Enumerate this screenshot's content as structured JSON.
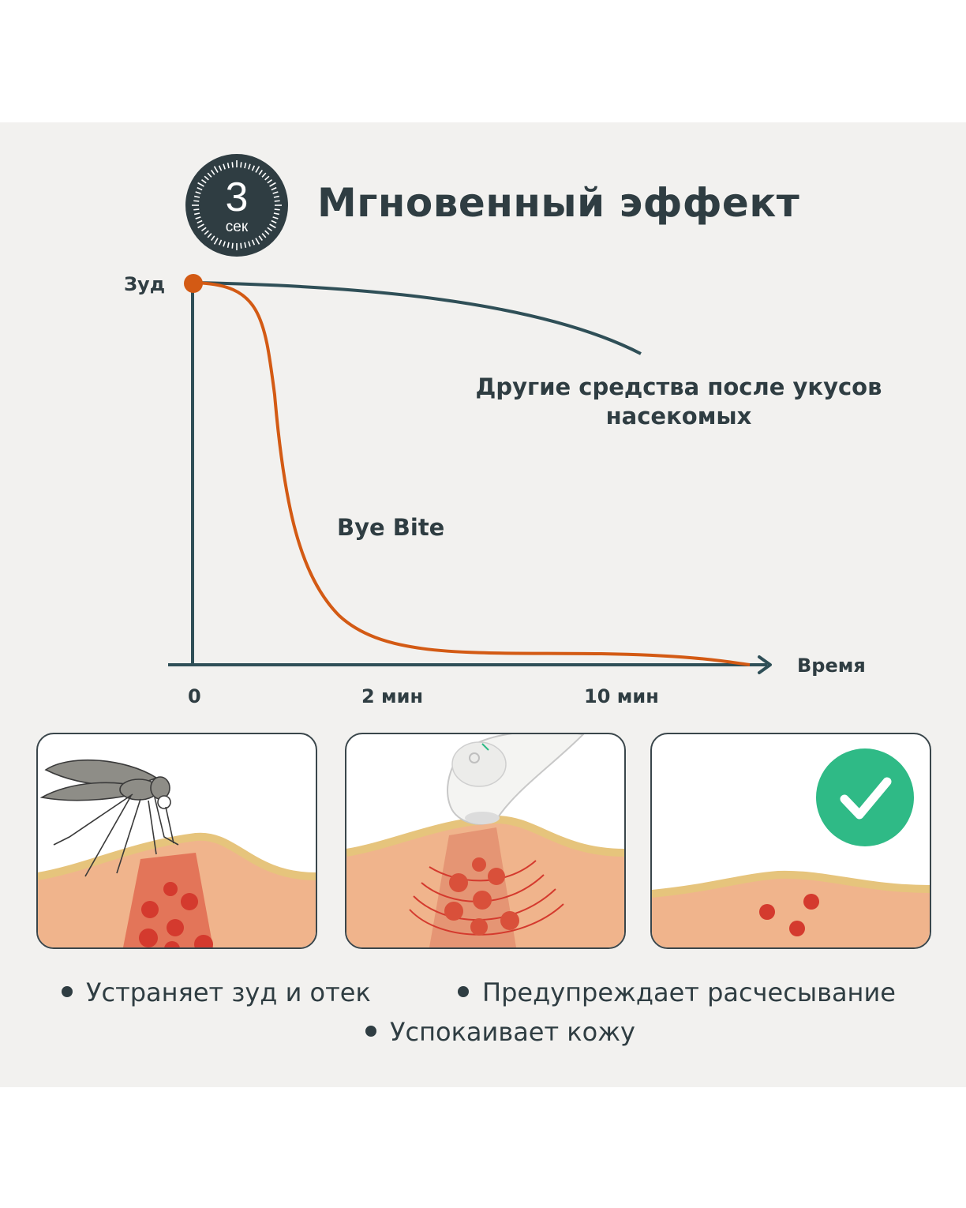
{
  "badge": {
    "number": "3",
    "unit": "сек"
  },
  "title": "Мгновенный эффект",
  "axes": {
    "y_label": "Зуд",
    "x_label": "Время",
    "ticks": [
      "0",
      "2 мин",
      "10 мин"
    ]
  },
  "labels": {
    "other": "Другие средства после укусов насекомых",
    "bye_bite": "Bye Bite"
  },
  "bullets": [
    "Устраняет зуд и отек",
    "Предупреждает расчесывание",
    "Успокаивает кожу"
  ],
  "colors": {
    "bye_bite_curve": "#d35a14",
    "other_curve": "#2f4f57",
    "check_circle": "#2fba86",
    "skin": "#f0b48c",
    "redness": "#d9503a"
  },
  "icons": [
    "stopwatch-icon",
    "mosquito-icon",
    "device-icon",
    "check-icon"
  ]
}
